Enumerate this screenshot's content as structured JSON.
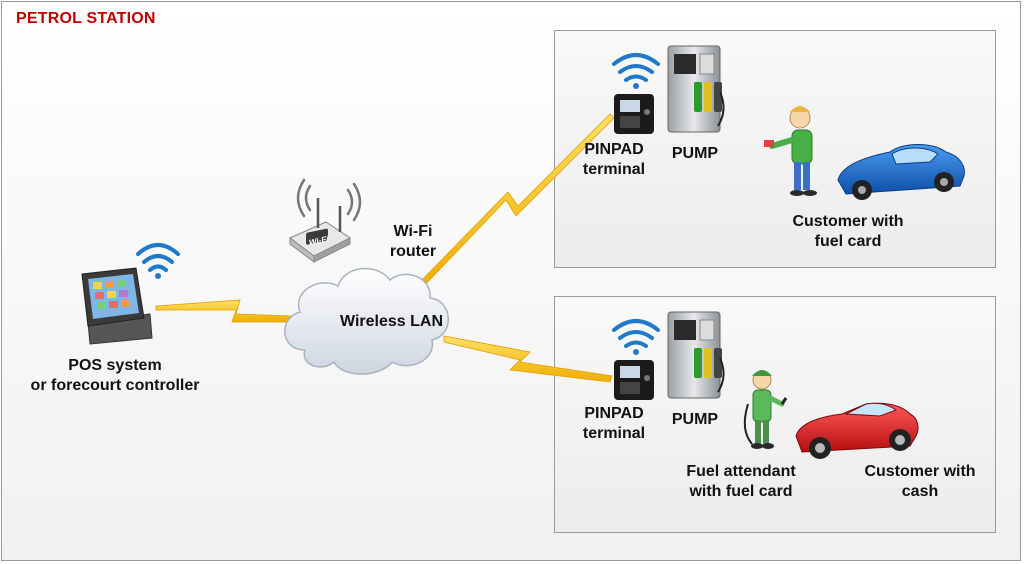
{
  "title": "PETROL STATION",
  "pos": {
    "line1": "POS system",
    "line2": "or forecourt controller"
  },
  "router": {
    "line1": "Wi-Fi",
    "line2": "router",
    "badge": "Wi-Fi"
  },
  "cloud_label": "Wireless LAN",
  "top_zone": {
    "pinpad": {
      "line1": "PINPAD",
      "line2": "terminal"
    },
    "pump": "PUMP",
    "customer": {
      "line1": "Customer with",
      "line2": "fuel card"
    }
  },
  "bottom_zone": {
    "pinpad": {
      "line1": "PINPAD",
      "line2": "terminal"
    },
    "pump": "PUMP",
    "attendant": {
      "line1": "Fuel attendant",
      "line2": "with fuel card"
    },
    "customer": {
      "line1": "Customer with",
      "line2": "cash"
    }
  },
  "colors": {
    "title": "#c00000",
    "lightning": "#f5c010",
    "wifi": "#1f78c8",
    "car_top": "#1e6fd0",
    "car_bottom": "#d81e1e"
  }
}
